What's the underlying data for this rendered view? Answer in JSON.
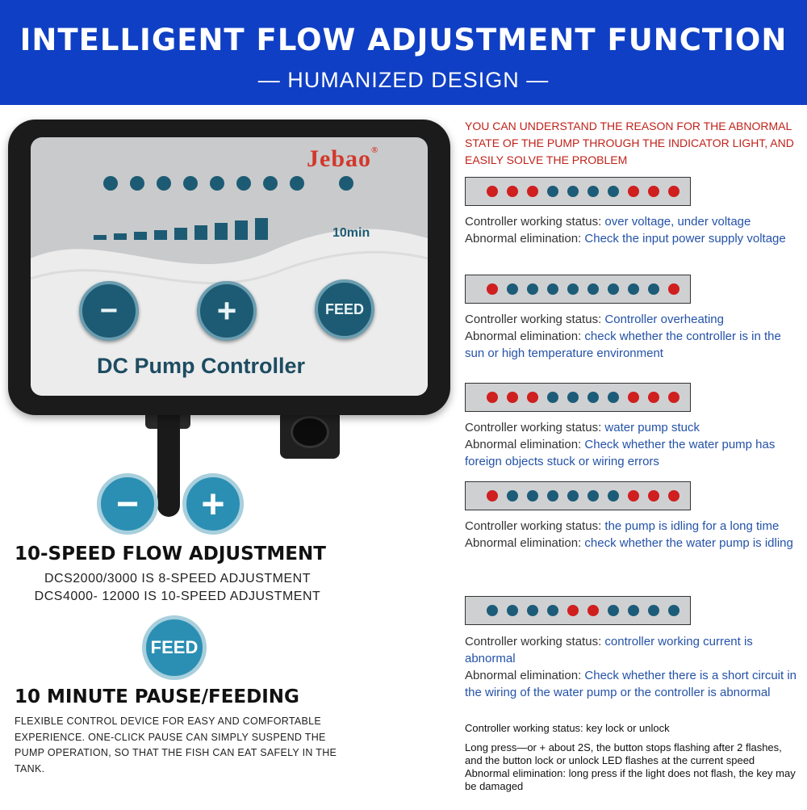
{
  "banner": {
    "title": "INTELLIGENT FLOW ADJUSTMENT FUNCTION",
    "subtitle": "— HUMANIZED DESIGN —",
    "color": "#0f3fc4"
  },
  "device": {
    "brand": "Jebao",
    "brand_mark": "®",
    "timer_label": "10min",
    "minus_label": "−",
    "plus_label": "+",
    "feed_label": "FEED",
    "label": "DC Pump Controller"
  },
  "left": {
    "minus_label": "−",
    "plus_label": "+",
    "speed_heading": "10-SPEED FLOW ADJUSTMENT",
    "speed_line_1": "DCS2000/3000 IS 8-SPEED ADJUSTMENT",
    "speed_line_2": "DCS4000- 12000 IS 10-SPEED ADJUSTMENT",
    "feed_label": "FEED",
    "pause_heading": "10 MINUTE PAUSE/FEEDING",
    "pause_desc": "FLEXIBLE CONTROL DEVICE FOR EASY AND COMFORTABLE EXPERIENCE. ONE-CLICK PAUSE CAN SIMPLY SUSPEND THE PUMP OPERATION, SO THAT THE FISH CAN EAT SAFELY IN THE TANK."
  },
  "right": {
    "intro": "YOU CAN UNDERSTAND THE REASON FOR THE ABNORMAL STATE OF THE PUMP THROUGH THE INDICATOR LIGHT, AND EASILY SOLVE THE PROBLEM",
    "status_label": "Controller working status: ",
    "elimination_label": "Abnormal elimination: ",
    "items": [
      {
        "leds": [
          "r",
          "r",
          "r",
          "b",
          "b",
          "b",
          "b",
          "r",
          "r",
          "r"
        ],
        "status": "over voltage, under voltage",
        "elimination": "Check the input power supply voltage"
      },
      {
        "leds": [
          "r",
          "b",
          "b",
          "b",
          "b",
          "b",
          "b",
          "b",
          "b",
          "r"
        ],
        "status": "Controller overheating",
        "elimination": "check whether the controller is in the sun or high temperature environment"
      },
      {
        "leds": [
          "r",
          "r",
          "r",
          "b",
          "b",
          "b",
          "b",
          "r",
          "r",
          "r"
        ],
        "status": "water pump stuck",
        "elimination": "Check whether the water pump has foreign objects stuck or wiring errors"
      },
      {
        "leds": [
          "r",
          "b",
          "b",
          "b",
          "b",
          "b",
          "b",
          "r",
          "r",
          "r"
        ],
        "status": "the pump is idling for a long time",
        "elimination": "check whether the water pump is idling"
      },
      {
        "leds": [
          "b",
          "b",
          "b",
          "b",
          "r",
          "r",
          "b",
          "b",
          "b",
          "b"
        ],
        "status": "controller working current is abnormal",
        "elimination": "Check whether there is a short circuit in the wiring of the water pump or the controller is abnormal"
      }
    ],
    "final_status": "Controller working status: key lock or unlock",
    "final_desc": "Long press—or + about 2S, the button stops flashing after 2 flashes, and the button lock or unlock LED flashes at the current speed",
    "final_elimination": "Abnormal elimination: long press if the light does not flash, the key may be damaged"
  },
  "colors": {
    "led_red": "#cf1f1f",
    "led_blue": "#1c5c78",
    "status_value": "#2452a8",
    "intro_text": "#c0221a"
  }
}
